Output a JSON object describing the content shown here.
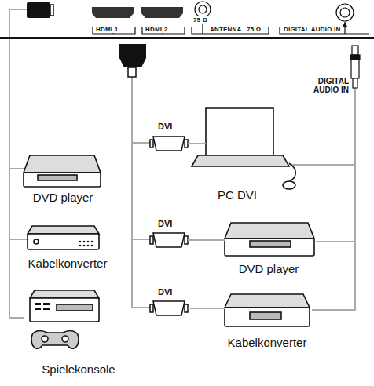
{
  "diagram": {
    "nodes": [
      {
        "text": [
          "DVD player"
        ]
      },
      {
        "text": [
          "Kabelkonverter"
        ]
      },
      {
        "text": [
          "Spielekonsole"
        ]
      },
      {
        "text": [
          "PC DVI"
        ]
      },
      {
        "text": [
          "DVD player"
        ]
      },
      {
        "text": [
          "Kabelkonverter"
        ]
      }
    ],
    "labels": [
      "HDMI 1",
      "HDMI 2",
      "ANTENNA",
      "75 Ω",
      "75 Ω",
      "DIGITAL AUDIO IN",
      "DIGITAL AUDIO IN",
      "DVI",
      "DVI",
      "DVI"
    ]
  }
}
